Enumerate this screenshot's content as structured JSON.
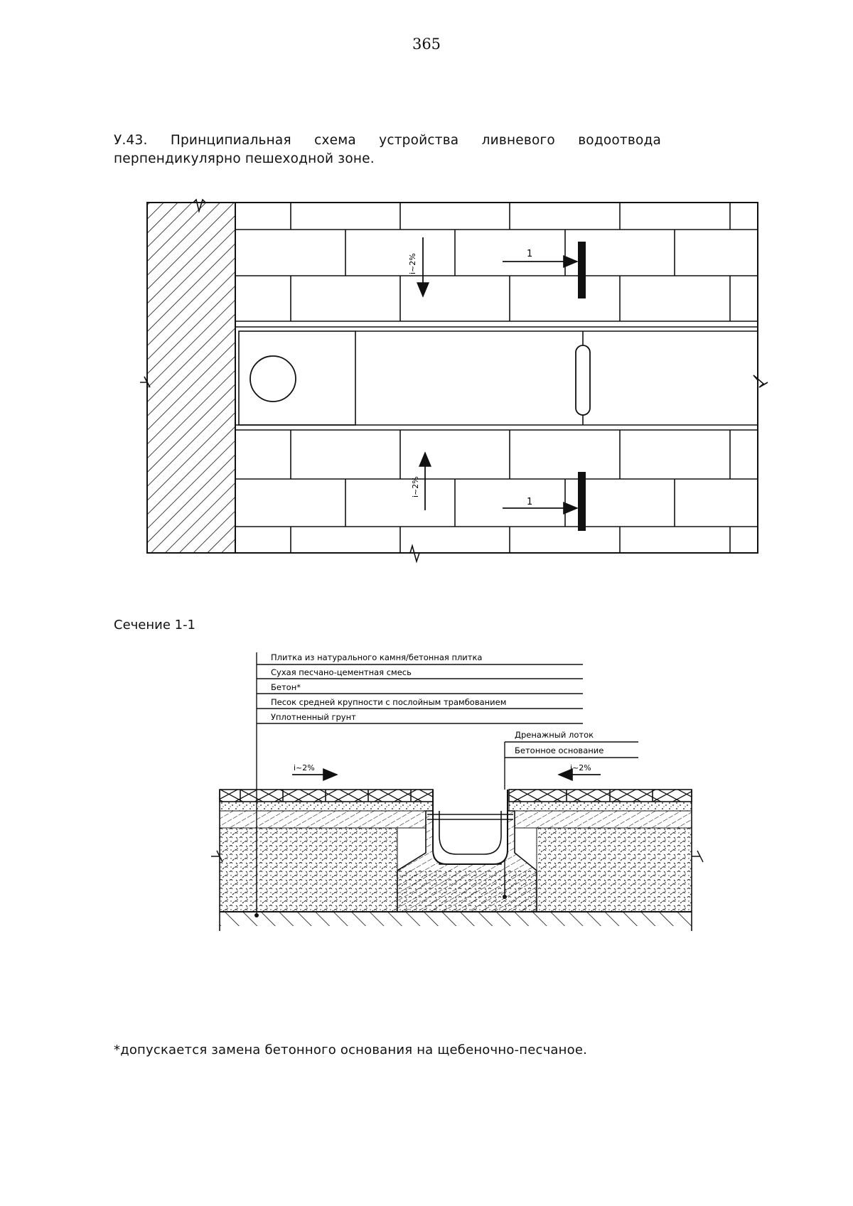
{
  "page": {
    "number": "365"
  },
  "figure": {
    "caption_line1": "У.43. Принципиальная схема устройства ливневого водоотвода",
    "caption_line2": "перпендикулярно пешеходной зоне."
  },
  "plan": {
    "slope_top": "i~2%",
    "slope_bottom": "i~2%",
    "section_mark_top": "1",
    "section_mark_bottom": "1"
  },
  "section": {
    "title": "Сечение 1-1",
    "layers": [
      "Плитка из натурального камня/бетонная плитка",
      "Сухая песчано-цементная смесь",
      "Бетон*",
      "Песок средней крупности с послойным трамбованием",
      "Уплотненный грунт"
    ],
    "drain_labels": [
      "Дренажный лоток",
      "Бетонное основание"
    ],
    "slope_left": "i~2%",
    "slope_right": "i~2%"
  },
  "footnote": {
    "text": "*допускается замена бетонного основания на щебеночно-песчаное."
  }
}
